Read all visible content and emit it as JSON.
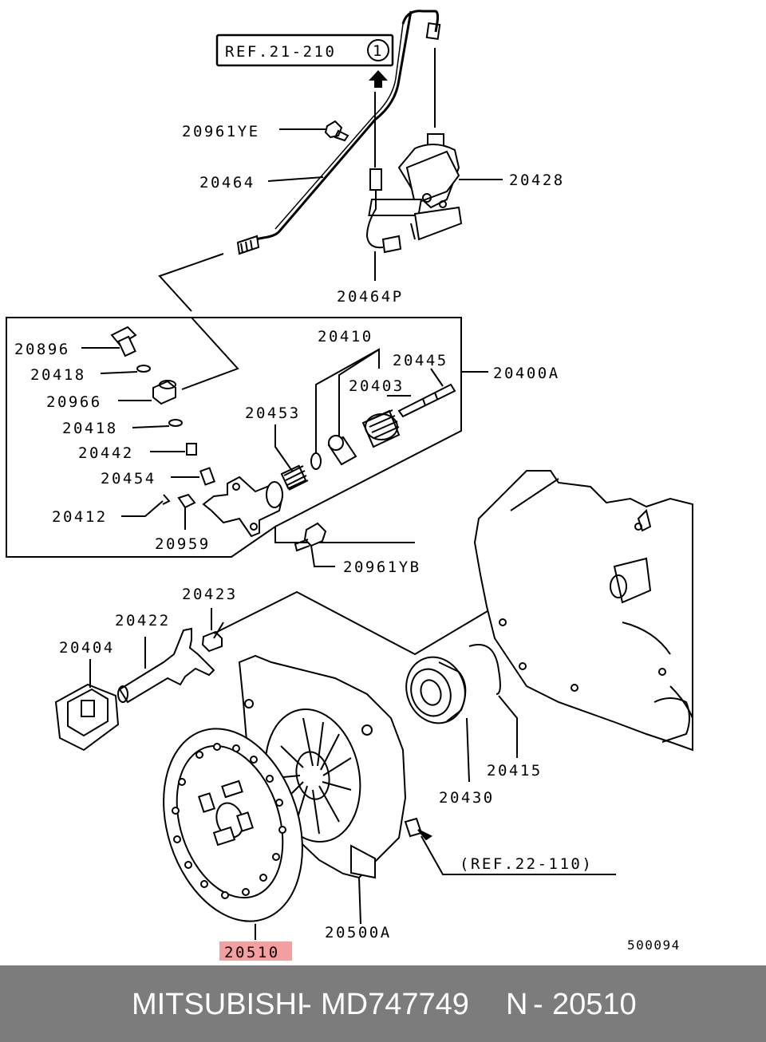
{
  "labels": {
    "ref_21_210": "REF.21-210",
    "ref_circle": "1",
    "p20961ye": "20961YE",
    "p20464": "20464",
    "p20428": "20428",
    "p20464p": "20464P",
    "p20410": "20410",
    "p20445": "20445",
    "p20896": "20896",
    "p20418a": "20418",
    "p20966": "20966",
    "p20403": "20403",
    "p20400a": "20400A",
    "p20418b": "20418",
    "p20453": "20453",
    "p20442": "20442",
    "p20454": "20454",
    "p20412": "20412",
    "p20959": "20959",
    "p20961yb": "20961YB",
    "p20423": "20423",
    "p20422": "20422",
    "p20404": "20404",
    "p20415": "20415",
    "p20430": "20430",
    "ref_22_110": "(REF.22-110)",
    "p20500a": "20500A",
    "p20510": "20510",
    "diagram_no": "500094"
  },
  "highlight_color": "#f4a0a0",
  "footer": {
    "brand": "MITSUBISHI",
    "sep1": "-",
    "part_number": "MD747749",
    "prefix": "N",
    "sep2": "-",
    "ref_number": "20510"
  }
}
